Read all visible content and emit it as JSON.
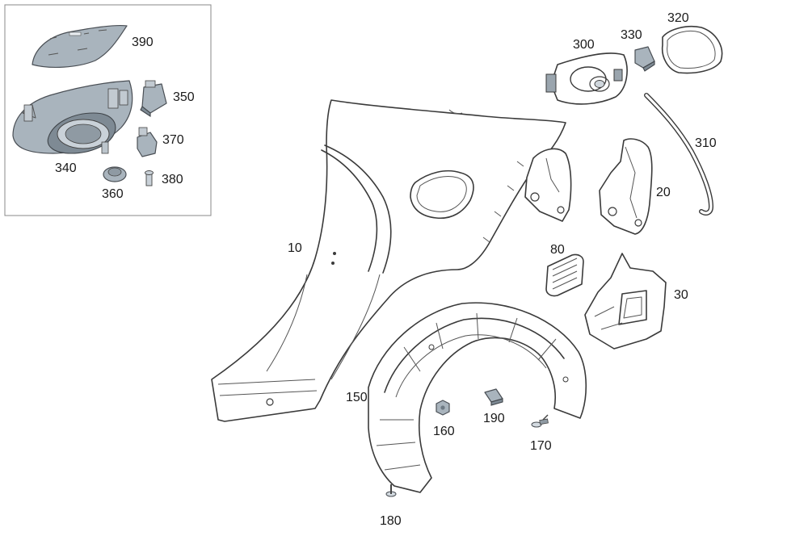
{
  "diagram": {
    "callouts": {
      "p10": "10",
      "p20": "20",
      "p30": "30",
      "p80": "80",
      "p150": "150",
      "p160": "160",
      "p170": "170",
      "p180": "180",
      "p190": "190",
      "p300": "300",
      "p310": "310",
      "p320": "320",
      "p330": "330",
      "p340": "340",
      "p350": "350",
      "p360": "360",
      "p370": "370",
      "p380": "380",
      "p390": "390"
    },
    "colors": {
      "line": "#3a3a3a",
      "part_grey": "#a9b4bd",
      "inset_border": "#888888",
      "background": "#ffffff"
    }
  }
}
